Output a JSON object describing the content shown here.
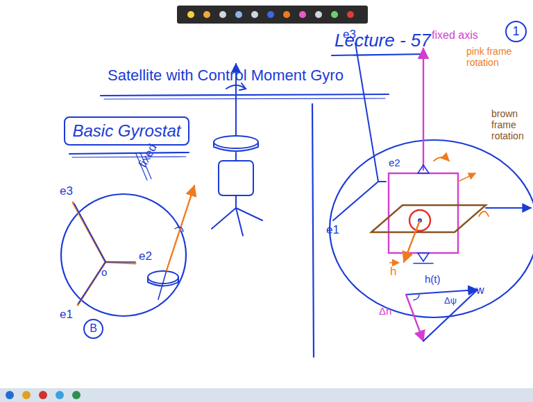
{
  "diagram": {
    "title": "Lecture - 57",
    "nodes": [
      {
        "text": [
          "1"
        ]
      },
      {
        "text": [
          "Basic Gyrostat"
        ]
      },
      {
        "text": [
          "B"
        ]
      }
    ],
    "labels": [
      "Satellite with Control Moment Gyro",
      "fixed",
      "e3",
      "e2",
      "e1",
      "o",
      "e3",
      "e2",
      "e1",
      "fixed axis",
      "pink frame rotation",
      "brown frame rotation",
      "h",
      "h(t)",
      "Δψ",
      "Δh",
      "w"
    ]
  }
}
